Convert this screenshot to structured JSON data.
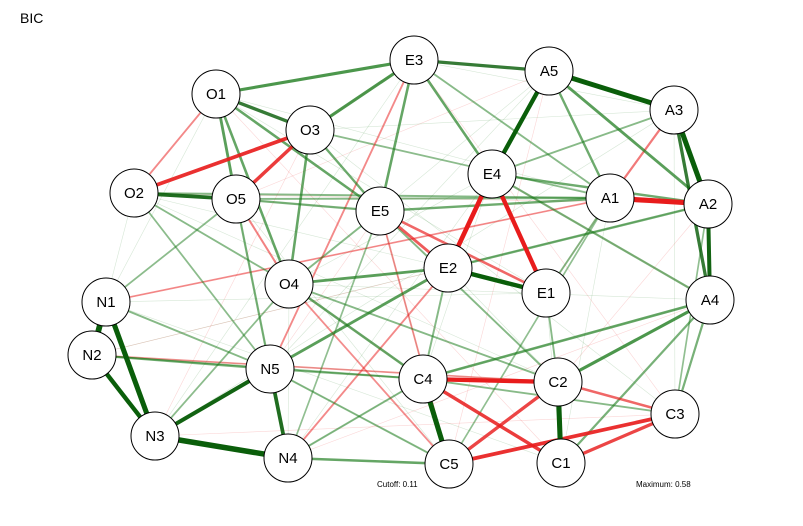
{
  "title": "BIC",
  "cutoff_label": "Cutoff: 0.11",
  "maximum_label": "Maximum: 0.58",
  "colors": {
    "positive": "#1a7a1a",
    "positive_strong": "#0a5e0a",
    "negative": "#e81c1c",
    "node_fill": "#ffffff",
    "node_stroke": "#000000"
  },
  "nodes": [
    "O1",
    "O2",
    "O3",
    "O4",
    "O5",
    "E1",
    "E2",
    "E3",
    "E4",
    "E5",
    "A1",
    "A2",
    "A3",
    "A4",
    "A5",
    "C1",
    "C2",
    "C3",
    "C4",
    "C5",
    "N1",
    "N2",
    "N3",
    "N4",
    "N5"
  ],
  "edges": [
    {
      "from": "A1",
      "to": "A2",
      "weight": -0.5
    },
    {
      "from": "E4",
      "to": "E2",
      "weight": -0.45
    },
    {
      "from": "E4",
      "to": "E1",
      "weight": -0.42
    },
    {
      "from": "O2",
      "to": "O3",
      "weight": -0.35
    },
    {
      "from": "O5",
      "to": "O3",
      "weight": -0.32
    },
    {
      "from": "C4",
      "to": "C2",
      "weight": -0.42
    },
    {
      "from": "C4",
      "to": "C1",
      "weight": -0.32
    },
    {
      "from": "C5",
      "to": "C2",
      "weight": -0.3
    },
    {
      "from": "C5",
      "to": "C3",
      "weight": -0.35
    },
    {
      "from": "C1",
      "to": "C3",
      "weight": -0.3
    },
    {
      "from": "E5",
      "to": "E2",
      "weight": -0.25
    },
    {
      "from": "E5",
      "to": "E1",
      "weight": -0.22
    },
    {
      "from": "A1",
      "to": "A3",
      "weight": -0.18
    },
    {
      "from": "O1",
      "to": "O2",
      "weight": -0.14
    },
    {
      "from": "O5",
      "to": "O4",
      "weight": -0.16
    },
    {
      "from": "C2",
      "to": "C3",
      "weight": -0.22
    },
    {
      "from": "E1",
      "to": "E2",
      "weight": -0.15
    },
    {
      "from": "N4",
      "to": "E2",
      "weight": -0.14
    },
    {
      "from": "N5",
      "to": "E3",
      "weight": -0.14
    },
    {
      "from": "C5",
      "to": "E5",
      "weight": -0.13
    },
    {
      "from": "N1",
      "to": "A1",
      "weight": -0.12
    },
    {
      "from": "O4",
      "to": "C5",
      "weight": -0.13
    },
    {
      "from": "N2",
      "to": "C2",
      "weight": -0.12
    },
    {
      "from": "N1",
      "to": "N2",
      "weight": 0.58
    },
    {
      "from": "N3",
      "to": "N4",
      "weight": 0.55
    },
    {
      "from": "N1",
      "to": "N3",
      "weight": 0.5
    },
    {
      "from": "N2",
      "to": "N3",
      "weight": 0.42
    },
    {
      "from": "A2",
      "to": "A3",
      "weight": 0.5
    },
    {
      "from": "A5",
      "to": "A3",
      "weight": 0.48
    },
    {
      "from": "A2",
      "to": "A4",
      "weight": 0.38
    },
    {
      "from": "A3",
      "to": "A4",
      "weight": 0.3
    },
    {
      "from": "C4",
      "to": "C5",
      "weight": 0.5
    },
    {
      "from": "C2",
      "to": "C1",
      "weight": 0.5
    },
    {
      "from": "E2",
      "to": "E1",
      "weight": 0.42
    },
    {
      "from": "E3",
      "to": "A5",
      "weight": 0.3
    },
    {
      "from": "A5",
      "to": "E4",
      "weight": 0.42
    },
    {
      "from": "O2",
      "to": "O5",
      "weight": 0.35
    },
    {
      "from": "O1",
      "to": "O3",
      "weight": 0.3
    },
    {
      "from": "O1",
      "to": "E3",
      "weight": 0.28
    },
    {
      "from": "O3",
      "to": "E3",
      "weight": 0.28
    },
    {
      "from": "O1",
      "to": "O5",
      "weight": 0.25
    },
    {
      "from": "O3",
      "to": "O4",
      "weight": 0.22
    },
    {
      "from": "O1",
      "to": "O4",
      "weight": 0.22
    },
    {
      "from": "O1",
      "to": "E5",
      "weight": 0.22
    },
    {
      "from": "O4",
      "to": "E2",
      "weight": 0.25
    },
    {
      "from": "O4",
      "to": "C4",
      "weight": 0.22
    },
    {
      "from": "N3",
      "to": "N5",
      "weight": 0.38
    },
    {
      "from": "N5",
      "to": "N4",
      "weight": 0.35
    },
    {
      "from": "N5",
      "to": "E2",
      "weight": 0.25
    },
    {
      "from": "N5",
      "to": "O5",
      "weight": 0.18
    },
    {
      "from": "N2",
      "to": "N5",
      "weight": 0.18
    },
    {
      "from": "N4",
      "to": "C5",
      "weight": 0.22
    },
    {
      "from": "C2",
      "to": "A4",
      "weight": 0.28
    },
    {
      "from": "C4",
      "to": "A4",
      "weight": 0.22
    },
    {
      "from": "C3",
      "to": "A4",
      "weight": 0.18
    },
    {
      "from": "C1",
      "to": "A4",
      "weight": 0.18
    },
    {
      "from": "E4",
      "to": "A2",
      "weight": 0.2
    },
    {
      "from": "E3",
      "to": "E5",
      "weight": 0.22
    },
    {
      "from": "E3",
      "to": "E4",
      "weight": 0.22
    },
    {
      "from": "A5",
      "to": "A2",
      "weight": 0.25
    },
    {
      "from": "A5",
      "to": "A1",
      "weight": 0.2
    },
    {
      "from": "E2",
      "to": "A2",
      "weight": 0.2
    },
    {
      "from": "E5",
      "to": "A1",
      "weight": 0.2
    },
    {
      "from": "E1",
      "to": "A1",
      "weight": 0.15
    },
    {
      "from": "E4",
      "to": "A4",
      "weight": 0.18
    },
    {
      "from": "O5",
      "to": "A1",
      "weight": 0.15
    },
    {
      "from": "O2",
      "to": "A1",
      "weight": 0.15
    },
    {
      "from": "O5",
      "to": "E5",
      "weight": 0.18
    },
    {
      "from": "O3",
      "to": "E5",
      "weight": 0.2
    },
    {
      "from": "O4",
      "to": "E5",
      "weight": 0.15
    },
    {
      "from": "O4",
      "to": "C2",
      "weight": 0.15
    },
    {
      "from": "N1",
      "to": "N5",
      "weight": 0.15
    },
    {
      "from": "N5",
      "to": "C4",
      "weight": 0.15
    },
    {
      "from": "N5",
      "to": "C5",
      "weight": 0.15
    },
    {
      "from": "N4",
      "to": "C4",
      "weight": 0.15
    },
    {
      "from": "C4",
      "to": "C3",
      "weight": 0.14
    },
    {
      "from": "C4",
      "to": "E2",
      "weight": 0.15
    },
    {
      "from": "E1",
      "to": "C2",
      "weight": 0.14
    },
    {
      "from": "E5",
      "to": "C2",
      "weight": 0.15
    },
    {
      "from": "O2",
      "to": "O4",
      "weight": 0.14
    },
    {
      "from": "O2",
      "to": "N5",
      "weight": 0.13
    },
    {
      "from": "N1",
      "to": "O5",
      "weight": 0.13
    },
    {
      "from": "N3",
      "to": "O4",
      "weight": 0.13
    },
    {
      "from": "E3",
      "to": "A1",
      "weight": 0.14
    },
    {
      "from": "A3",
      "to": "E4",
      "weight": 0.14
    },
    {
      "from": "O3",
      "to": "A1",
      "weight": 0.13
    },
    {
      "from": "N2",
      "to": "C4",
      "weight": 0.12
    },
    {
      "from": "N4",
      "to": "E5",
      "weight": 0.12
    },
    {
      "from": "C5",
      "to": "A1",
      "weight": 0.12
    },
    {
      "from": "A2",
      "to": "C3",
      "weight": 0.12
    }
  ]
}
